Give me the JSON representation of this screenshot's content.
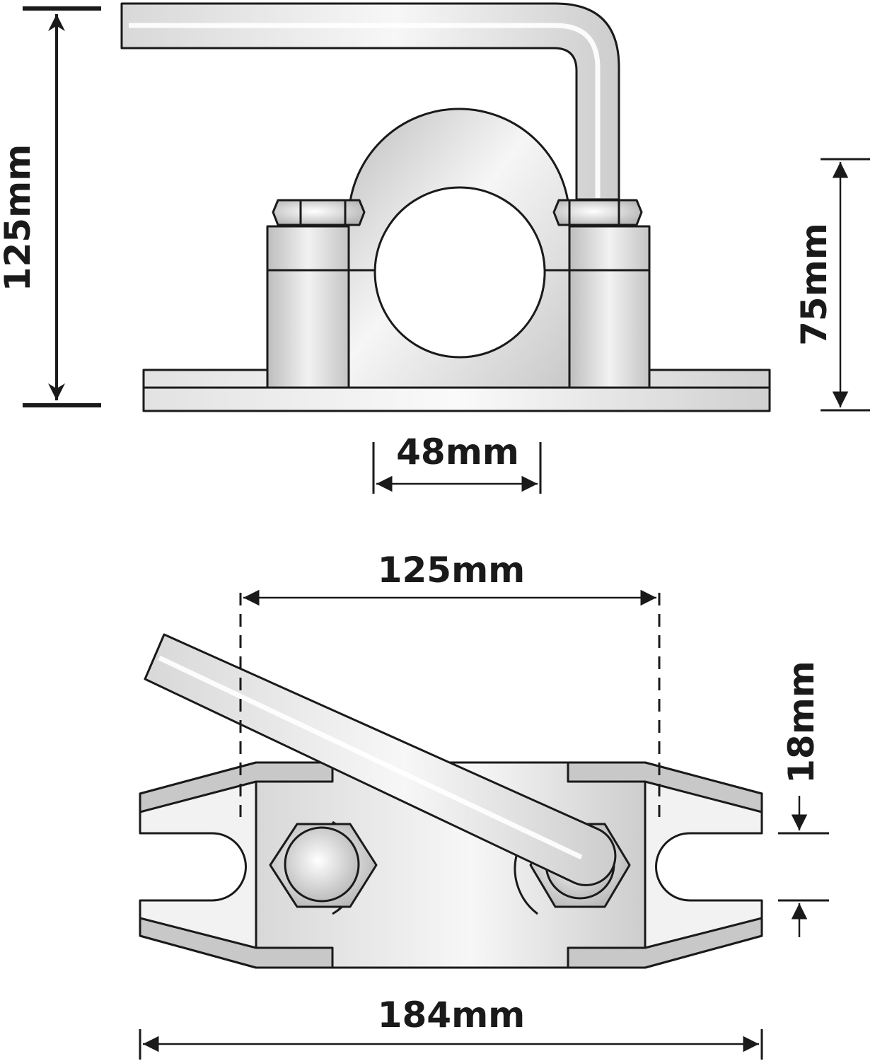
{
  "diagram": {
    "side_view": {
      "overall_height_label": "125mm",
      "clamp_height_label": "75mm",
      "bore_diameter_label": "48mm"
    },
    "top_view": {
      "bolt_spacing_label": "125mm",
      "slot_width_label": "18mm",
      "overall_length_label": "184mm"
    }
  },
  "colors": {
    "line": "#1a1a1a",
    "metal_light": "#f4f4f4",
    "metal_mid": "#d6d6d6",
    "metal_dark": "#a9a9a9"
  }
}
